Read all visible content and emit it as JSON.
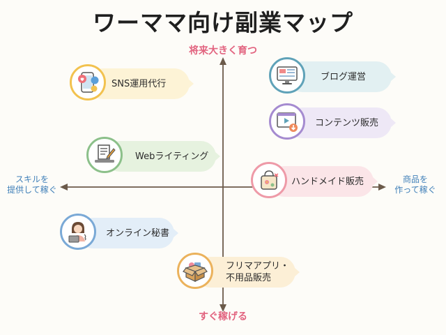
{
  "title": "ワーママ向け副業マップ",
  "axes": {
    "top": "将来大きく育つ",
    "bottom": "すぐ稼げる",
    "left": [
      "スキルを",
      "提供して稼ぐ"
    ],
    "right": [
      "商品を",
      "作って稼ぐ"
    ]
  },
  "items": [
    {
      "label": "SNS運用代行",
      "icon": "smartphone-social-icon",
      "color": "#f2c24f",
      "fill": "#fdf3d6"
    },
    {
      "label": "ブログ運営",
      "icon": "computer-monitor-icon",
      "color": "#5fa2b8",
      "fill": "#e2f0f2"
    },
    {
      "label": "コンテンツ販売",
      "icon": "video-download-icon",
      "color": "#a58bd0",
      "fill": "#eee8f6"
    },
    {
      "label": "Webライティング",
      "icon": "laptop-document-pen-icon",
      "color": "#8cc08a",
      "fill": "#e6f2df"
    },
    {
      "label": "ハンドメイド販売",
      "icon": "handmade-bag-icon",
      "color": "#ee9aa8",
      "fill": "#fbe5e8"
    },
    {
      "label": "オンライン秘書",
      "icon": "woman-at-laptop-icon",
      "color": "#7aa9d6",
      "fill": "#e3eef8"
    },
    {
      "label": [
        "フリマアプリ・",
        "不用品販売"
      ],
      "icon": "cardboard-box-icon",
      "color": "#ebb25c",
      "fill": "#fcefd6"
    }
  ]
}
